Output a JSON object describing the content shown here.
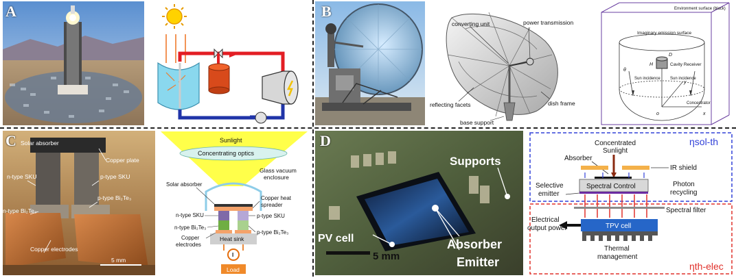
{
  "panels": {
    "a": {
      "label": "A"
    },
    "b": {
      "label": "B",
      "dish_labels": {
        "converting_unit": "converting unit",
        "power_transmission": "power transmission",
        "reflecting_facets": "reflecting facets",
        "dish_frame": "dish frame",
        "base_support": "base support"
      },
      "cavity_labels": {
        "environment_surface": "Environment surface (black)",
        "imaginary_emission": "Imaginary emission surface",
        "d": "D",
        "h": "H",
        "cavity_receiver": "Cavity Receiver",
        "theta": "θ",
        "sun_incidence_1": "Sun incidence",
        "sun_incidence_2": "Sun incidence",
        "y": "y",
        "o": "o",
        "x": "x",
        "concentrator": "Concentrator"
      }
    },
    "c": {
      "label": "C",
      "photo_labels": {
        "solar_absorber": "Solar absorber",
        "copper_plate": "Copper plate",
        "n_sku": "n-type SKU",
        "p_sku": "p-type SKU",
        "p_bite": "p-type Bi₂Te₃",
        "n_bite": "n-type Bi₂Te₃",
        "copper_electrodes": "Copper electrodes",
        "scale": "5 mm"
      },
      "schematic_labels": {
        "sunlight": "Sunlight",
        "concentrating_optics": "Concentrating optics",
        "glass_enclosure_1": "Glass vacuum",
        "glass_enclosure_2": "enclosure",
        "solar_absorber": "Solar absorber",
        "copper_heat_1": "Copper heat",
        "copper_heat_2": "spreader",
        "n_sku": "n-type SKU",
        "p_sku": "p-type SKU",
        "n_bite": "n-type Bi₂Te₃",
        "p_bite": "p-type Bi₂Te₃",
        "copper_electrodes_1": "Copper",
        "copper_electrodes_2": "electrodes",
        "heat_sink": "Heat sink",
        "current": "I",
        "load": "Load"
      }
    },
    "d": {
      "label": "D",
      "photo_labels": {
        "supports": "Supports",
        "pv_cell": "PV cell",
        "scale": "5 mm",
        "absorber": "Absorber",
        "emitter": "Emitter"
      },
      "schematic_labels": {
        "eta_sol_th": "ηsol-th",
        "concentrated_1": "Concentrated",
        "concentrated_2": "Sunlight",
        "absorber": "Absorber",
        "ir_shield": "IR shield",
        "spectral_control": "Spectral Control",
        "photon_1": "Photon",
        "photon_2": "recycling",
        "selective_1": "Selective",
        "selective_2": "emitter",
        "spectral_filter": "Spectral filter",
        "electrical_1": "Electrical",
        "electrical_2": "output power",
        "tpv_cell": "TPV cell",
        "thermal_1": "Thermal",
        "thermal_2": "management",
        "eta_th_elec": "ηth-elec"
      }
    }
  }
}
